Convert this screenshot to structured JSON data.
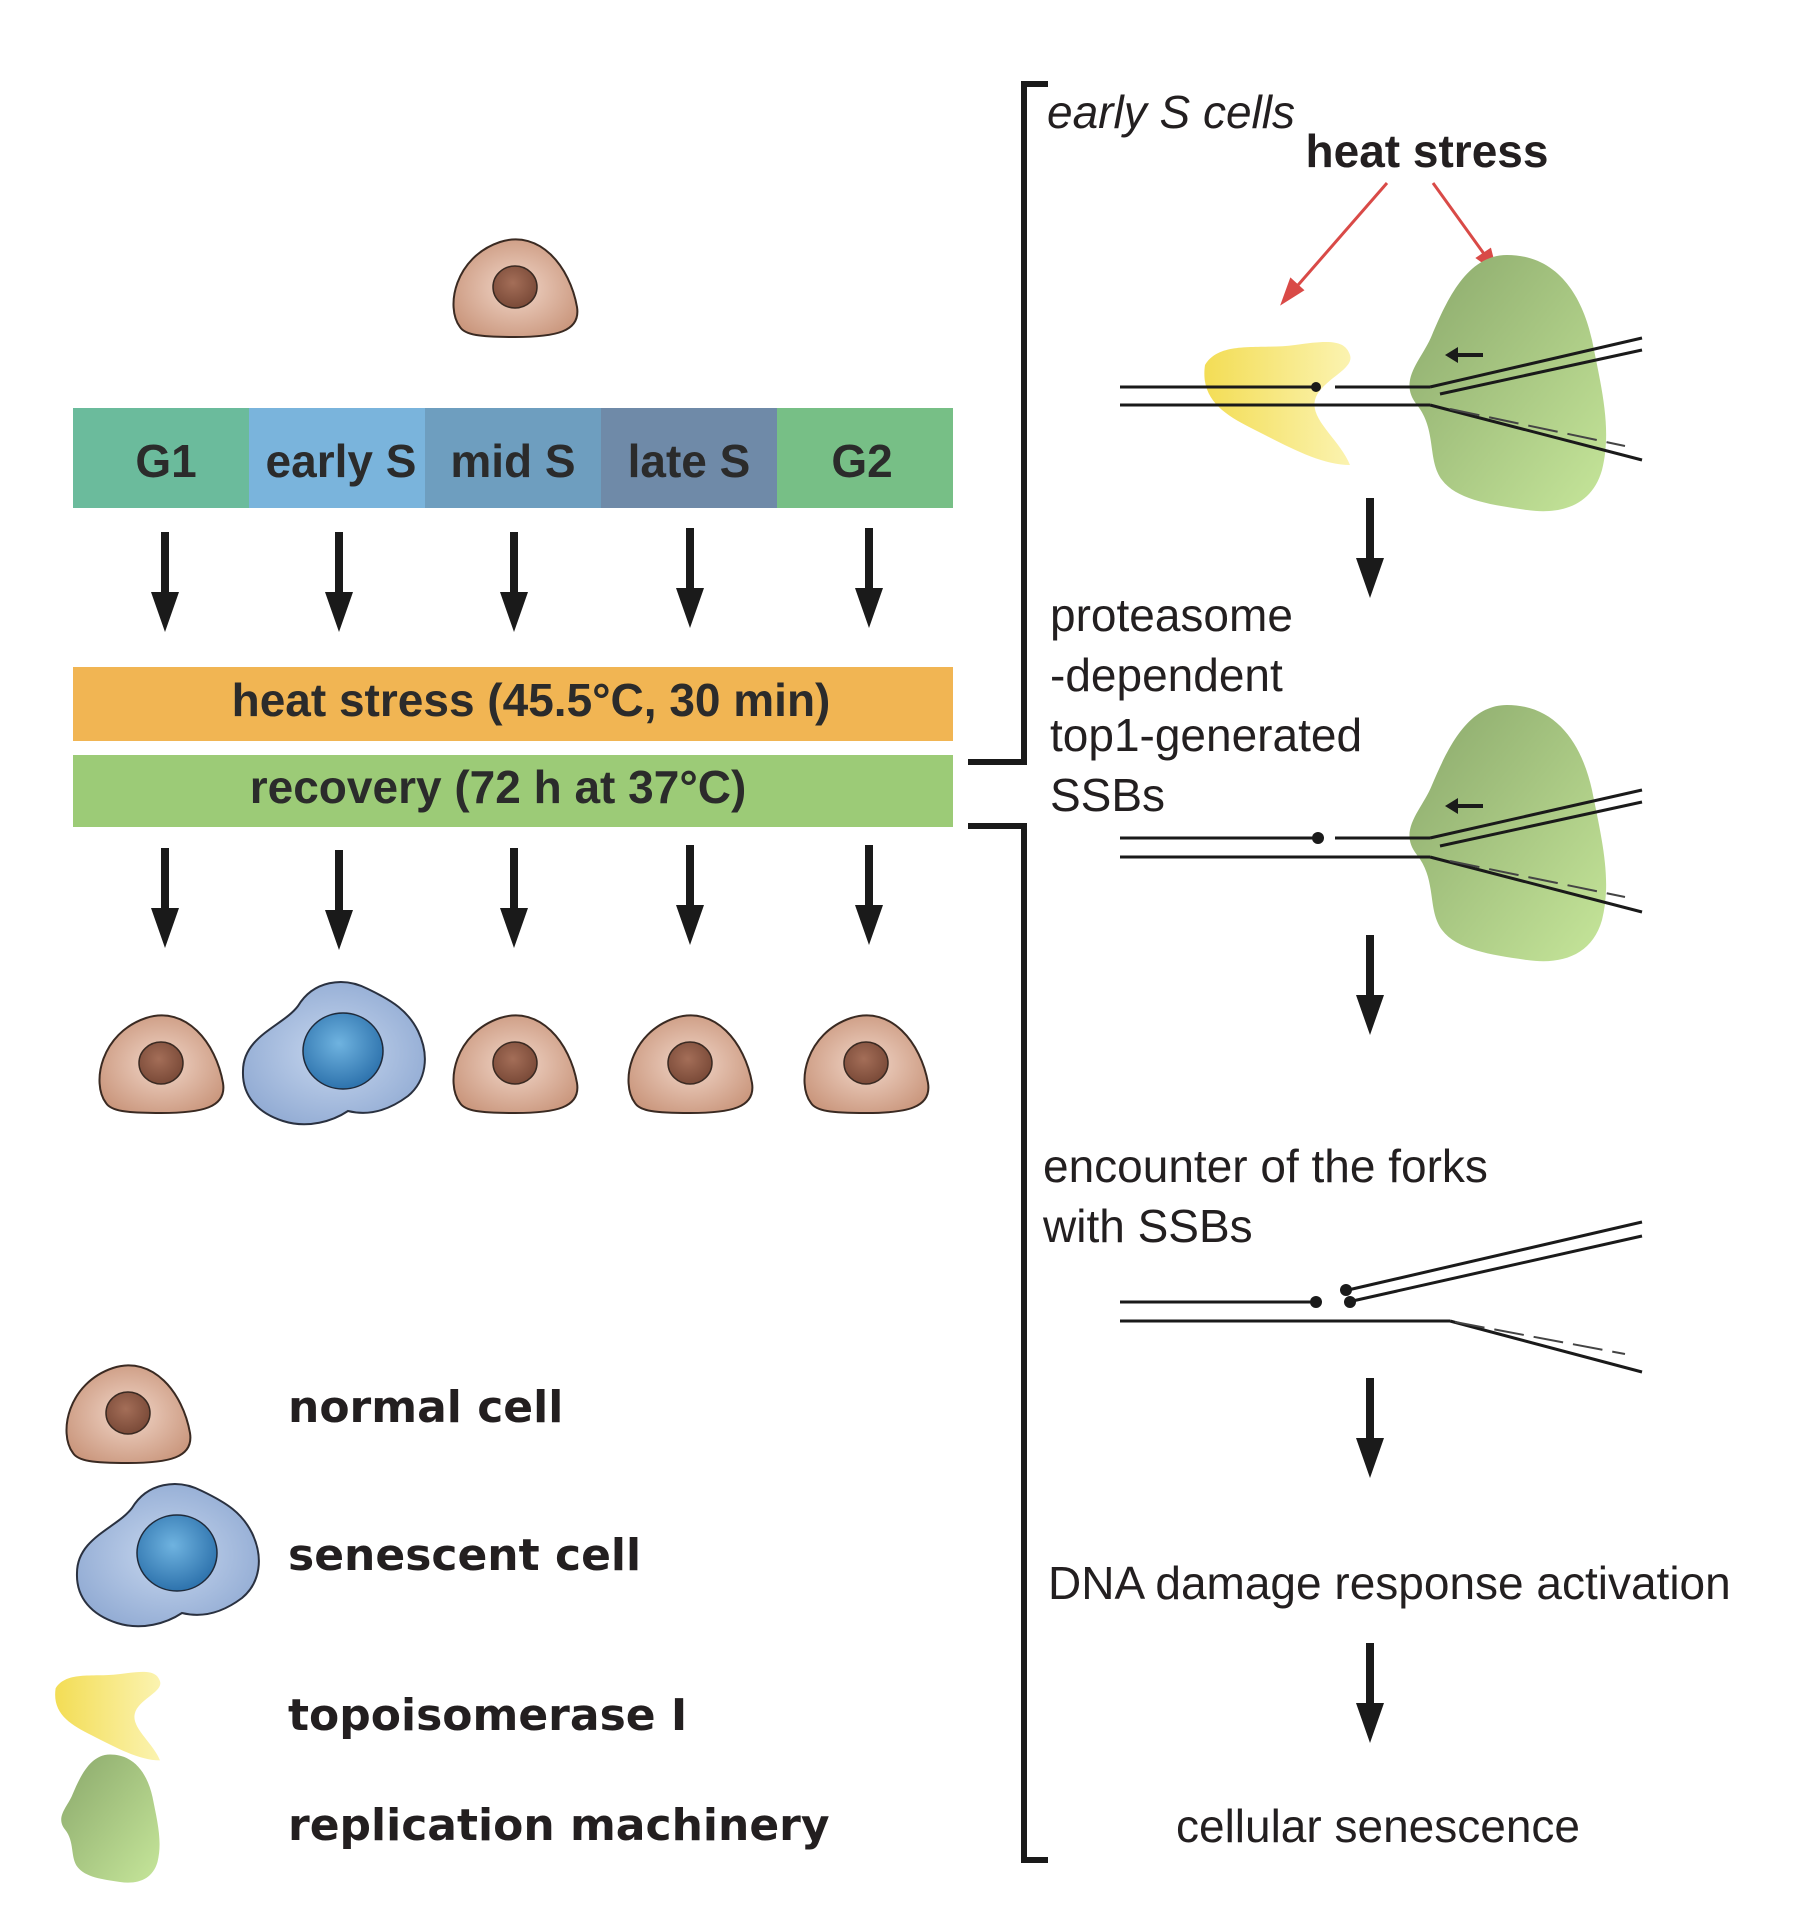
{
  "phases": [
    {
      "label": "G1",
      "color": "#6bbb9c"
    },
    {
      "label": "early S",
      "color": "#7ab4dc"
    },
    {
      "label": "mid S",
      "color": "#6e9ebf"
    },
    {
      "label": "late S",
      "color": "#6f8aa8"
    },
    {
      "label": "G2",
      "color": "#77bf86"
    }
  ],
  "treatment": {
    "heat_label": "heat stress (45.5°C, 30 min)",
    "heat_color": "#f1b553",
    "recovery_label": "recovery (72 h at 37°C)",
    "recovery_color": "#9ccb77"
  },
  "outcome_cells": [
    "normal cell",
    "senescent cell",
    "normal cell",
    "normal cell",
    "normal cell"
  ],
  "pathway": {
    "bracket_label": "early S cells",
    "heat_stress_label": "heat stress",
    "step1_label": [
      "proteasome",
      "-dependent",
      "top1-generated",
      "SSBs"
    ],
    "step2_label": [
      "encounter of the forks",
      "with SSBs"
    ],
    "step3_label": "DNA damage response activation",
    "step4_label": "cellular senescence"
  },
  "legend": [
    {
      "icon": "normal-cell-icon",
      "label": "normal cell"
    },
    {
      "icon": "senescent-cell-icon",
      "label": "senescent cell"
    },
    {
      "icon": "topoisomerase-icon",
      "label": "topoisomerase I"
    },
    {
      "icon": "replication-machinery-icon",
      "label": "replication machinery"
    }
  ],
  "colors": {
    "normal_cell": "#d9a990",
    "normal_nucleus": "#8a5a46",
    "senescent_cell": "#9db6db",
    "senescent_nucleus": "#3d86c2",
    "topoisomerase": "#f5e46b",
    "replication_machinery": "#9fc77c",
    "heat_arrow": "#d94a47"
  }
}
